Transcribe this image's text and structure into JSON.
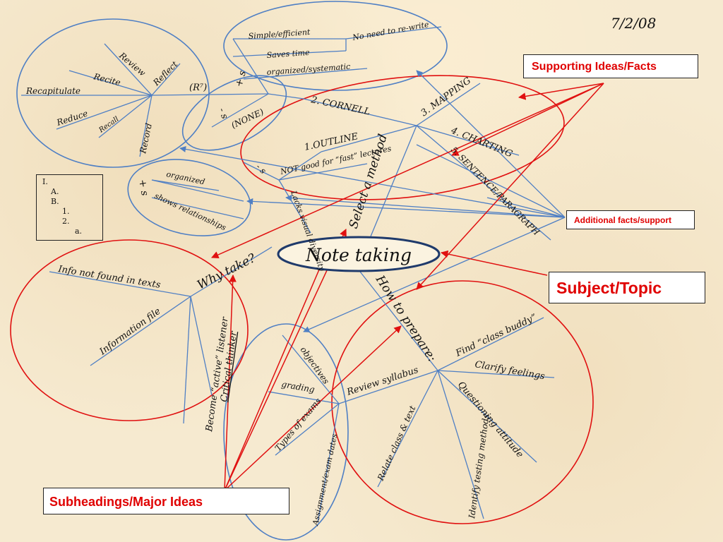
{
  "date": "7/2/08",
  "central": "Note taking",
  "subheadings": {
    "why": "Why take?",
    "select": "Select a method",
    "prepare": "How to prepare:"
  },
  "why_items": {
    "info_not_found": "Info not found in texts",
    "information_file": "Information file",
    "active_listener": "Become “active” listener",
    "critical_thinker": "Critical thinker"
  },
  "prepare_items": {
    "review_syllabus": "Review syllabus",
    "class_buddy": "Find “class buddy”",
    "clarify_feelings": "Clarify feelings",
    "questioning_attitude": "Questioning attitude",
    "identify_testing": "Identify testing methods",
    "relate_class_text": "Relate class & text",
    "objectives": "objectives",
    "grading": "grading",
    "types_of_exams": "Types of exams",
    "assignment_dates": "Assignment/exam dates"
  },
  "methods": {
    "outline": "1.OUTLINE",
    "cornell": "2. CORNELL",
    "mapping": "3. MAPPING",
    "charting": "4. CHARTING",
    "sentence": "5. SENTENCE/PARAGRAPH",
    "minus_none": "(NONE)",
    "minus_sign": "- s",
    "plus_sign": "+ s",
    "plus_sign_left": "+ s",
    "minus_outline": "- s",
    "not_good": "NOT good for “fast” lectures",
    "lacks_diversity": "Lacks visual diversity",
    "cornell_plus": {
      "simple": "Simple/efficient",
      "no_rewrite": "No need to re-write",
      "saves_time": "Saves time",
      "organized": "organized/systematic"
    },
    "outline_plus": {
      "organized": "organized",
      "relationships": "shows relationships"
    }
  },
  "r7": {
    "label": "(R⁷)",
    "items": [
      "Review",
      "Reflect",
      "Recite",
      "Recapitulate",
      "Reduce",
      "Recall",
      "Record"
    ]
  },
  "outline_example": [
    "I.",
    "A.",
    "B.",
    "1.",
    "2.",
    "a."
  ],
  "legend": {
    "supporting": "Supporting Ideas/Facts",
    "additional": "Additional facts/support",
    "subject": "Subject/Topic",
    "subheadings": "Subheadings/Major Ideas"
  },
  "colors": {
    "blue_line": "#4f7fc4",
    "red_line": "#e01010",
    "label_red": "#e00000",
    "navy_oval": "#1f3a6b",
    "background": "#f6ead0"
  }
}
